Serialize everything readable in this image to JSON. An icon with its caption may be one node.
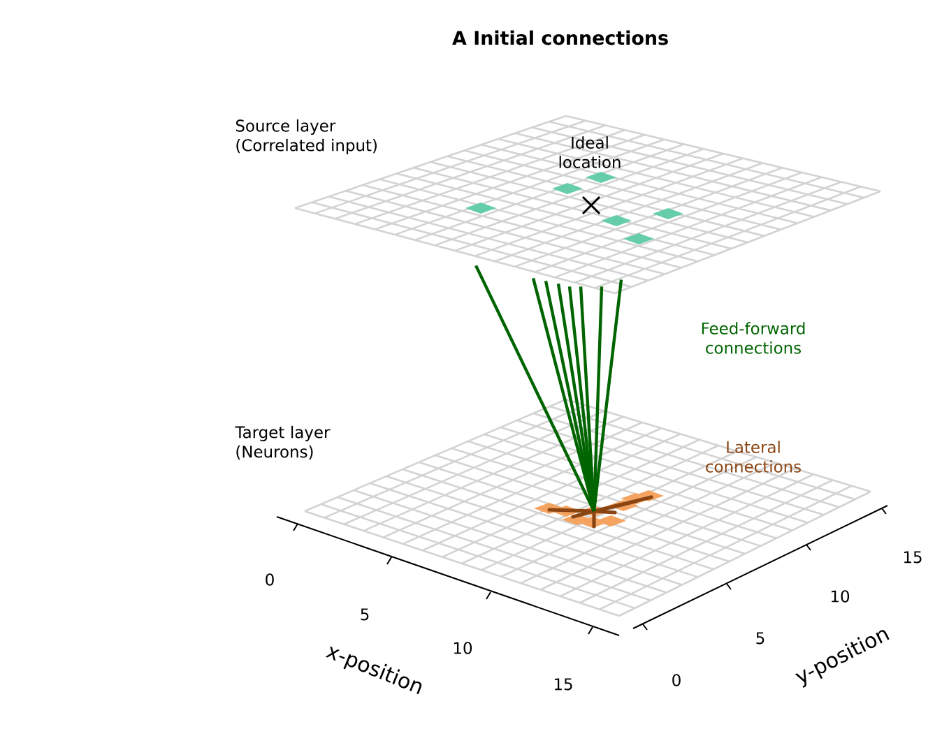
{
  "diagram": {
    "title": "A Initial connections",
    "nodes": [
      {
        "text": [
          "Source layer (Correlated input)"
        ]
      },
      {
        "text": [
          "Target layer (Neurons)"
        ]
      },
      {
        "text": [],
        "shape": "diamond",
        "in": 1
      }
    ],
    "edges": [
      {
        "from": 0,
        "to": 2,
        "arrow": "none"
      },
      {
        "from": 0,
        "to": 2,
        "arrow": "none"
      },
      {
        "from": 0,
        "to": 2,
        "arrow": "none"
      },
      {
        "from": 0,
        "to": 2,
        "arrow": "none"
      },
      {
        "from": 0,
        "to": 2,
        "arrow": "none"
      },
      {
        "from": 0,
        "to": 2,
        "arrow": "none"
      },
      {
        "from": 0,
        "to": 2,
        "arrow": "none"
      },
      {
        "from": 0,
        "to": 2,
        "arrow": "none"
      }
    ],
    "labels": [
      "Ideal location",
      "Feed-forward connections",
      "Lateral connections",
      "0",
      "5",
      "10",
      "15",
      "x-position",
      "0",
      "5",
      "10",
      "15",
      "y-position"
    ]
  }
}
